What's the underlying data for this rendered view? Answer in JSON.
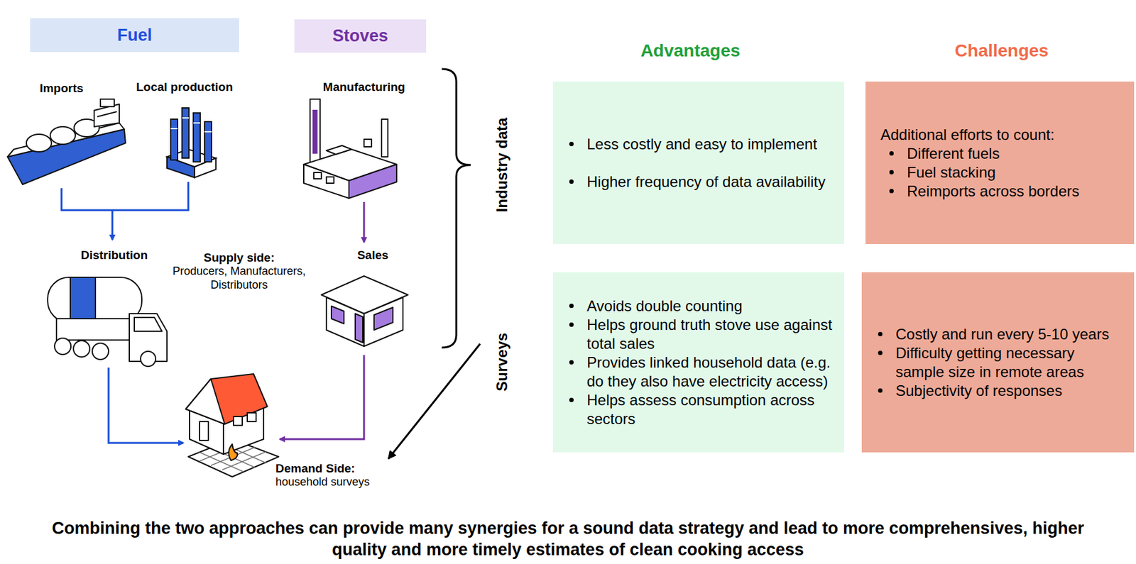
{
  "diagram": {
    "caption": "Combining the two approaches can provide many synergies for a sound data strategy and lead to more comprehensives, higher quality and more timely estimates of clean cooking access",
    "nodes": [
      {
        "text": [
          "Fuel"
        ]
      },
      {
        "text": [
          "Stoves"
        ]
      },
      {
        "text": [
          "Less costly and easy to implement",
          "Higher frequency of data availability"
        ]
      },
      {
        "text": [
          "Additional efforts to count:",
          "Different fuels",
          "Fuel stacking",
          "Reimports across borders"
        ]
      },
      {
        "text": [
          "Avoids double counting",
          "Helps ground truth stove use against total sales",
          "Provides linked household data (e.g. do they also have electricity access)",
          "Helps assess consumption across sectors"
        ]
      },
      {
        "text": [
          "Costly and run every 5-10 years",
          "Difficulty getting necessary sample size in remote areas",
          "Subjectivity of responses"
        ]
      }
    ],
    "labels": [
      "Advantages",
      "Challenges",
      "Industry data",
      "Surveys",
      "Imports",
      "Local production",
      "Manufacturing",
      "Distribution",
      "Supply side:",
      "Producers, Manufacturers, Distributors",
      "Sales",
      "Demand Side:",
      "household surveys"
    ]
  }
}
